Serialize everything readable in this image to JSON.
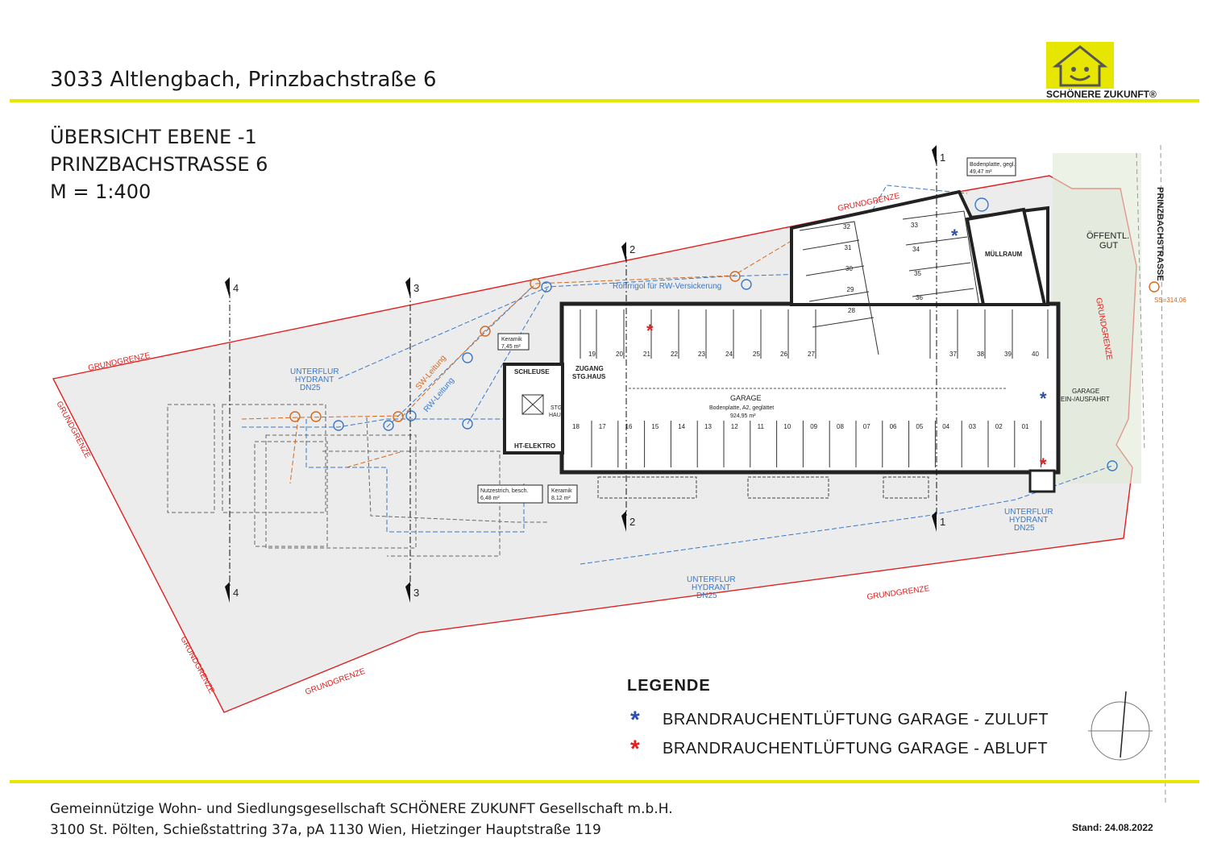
{
  "header": {
    "title": "3033 Altlengbach, Prinzbachstraße 6"
  },
  "logo": {
    "brand": "SCHÖNERE ZUKUNFT®"
  },
  "document": {
    "line1": "ÜBERSICHT EBENE -1",
    "line2": "PRINZBACHSTRASSE 6",
    "line3": "M = 1:400"
  },
  "plan": {
    "boundary_label": "GRUNDGRENZE",
    "street_label": "PRINZBACHSTRASSE",
    "public_land": "ÖFFENTL.",
    "public_land_2": "GUT",
    "hydrant_1": "UNTERFLUR",
    "hydrant_2": "HYDRANT",
    "hydrant_3": "DN25",
    "rigole": "Rohrrigol für RW-Versickerung",
    "sw_pipe": "SW-Leitung",
    "rw_pipe": "RW-Leitung",
    "garage": "GARAGE",
    "garage_floor": "Bodenplatte, A2, geglättet",
    "garage_area": "924,95 m²",
    "garage_entry_1": "GARAGE",
    "garage_entry_2": "EIN-/AUSFAHRT",
    "schleuse": "SCHLEUSE",
    "zugang_1": "ZUGANG",
    "zugang_2": "STG.HAUS",
    "stg_1": "STG.",
    "stg_2": "HAUS",
    "ht_elektro": "HT-ELEKTRO",
    "keramik": "Keramik",
    "keramik_area_1": "7,45 m²",
    "keramik_area_2": "8,12 m²",
    "nutzestrich": "Nutzestrich, besch.",
    "nutzestrich_area": "6,48 m²",
    "muellraum": "MÜLLRAUM",
    "bodenplatte": "Bodenplatte, gegl.",
    "bodenplatte_area": "49,47 m²",
    "ss_level": "SS=314,06",
    "sections": [
      "1",
      "2",
      "3",
      "4"
    ],
    "spots_top": [
      "19",
      "20",
      "21",
      "22",
      "23",
      "24",
      "25",
      "26",
      "27"
    ],
    "spots_top_right": [
      "37",
      "38",
      "39",
      "40"
    ],
    "spots_bottom": [
      "18",
      "17",
      "16",
      "15",
      "14",
      "13",
      "12",
      "11",
      "10",
      "09",
      "08",
      "07",
      "06",
      "05",
      "04",
      "03",
      "02",
      "01"
    ],
    "spots_ramp_left": [
      "32",
      "31",
      "30",
      "29",
      "28"
    ],
    "spots_ramp_right": [
      "33",
      "34",
      "35",
      "36"
    ]
  },
  "legend": {
    "title": "LEGENDE",
    "items": [
      {
        "label": "BRANDRAUCHENTLÜFTUNG GARAGE - ZULUFT",
        "color": "#2b4fa8"
      },
      {
        "label": "BRANDRAUCHENTLÜFTUNG GARAGE - ABLUFT",
        "color": "#e02020"
      }
    ]
  },
  "footer": {
    "line1": "Gemeinnützige Wohn- und Siedlungsgesellschaft SCHÖNERE ZUKUNFT Gesellschaft m.b.H.",
    "line2": "3100 St. Pölten, Schießstattring 37a, pA 1130 Wien, Hietzinger Hauptstraße 119",
    "stand": "Stand: 24.08.2022"
  },
  "colors": {
    "accent": "#e6e600",
    "boundary": "#e02020",
    "pipe_blue": "#3a78c9",
    "pipe_orange": "#d2691e",
    "site": "#ececec"
  }
}
